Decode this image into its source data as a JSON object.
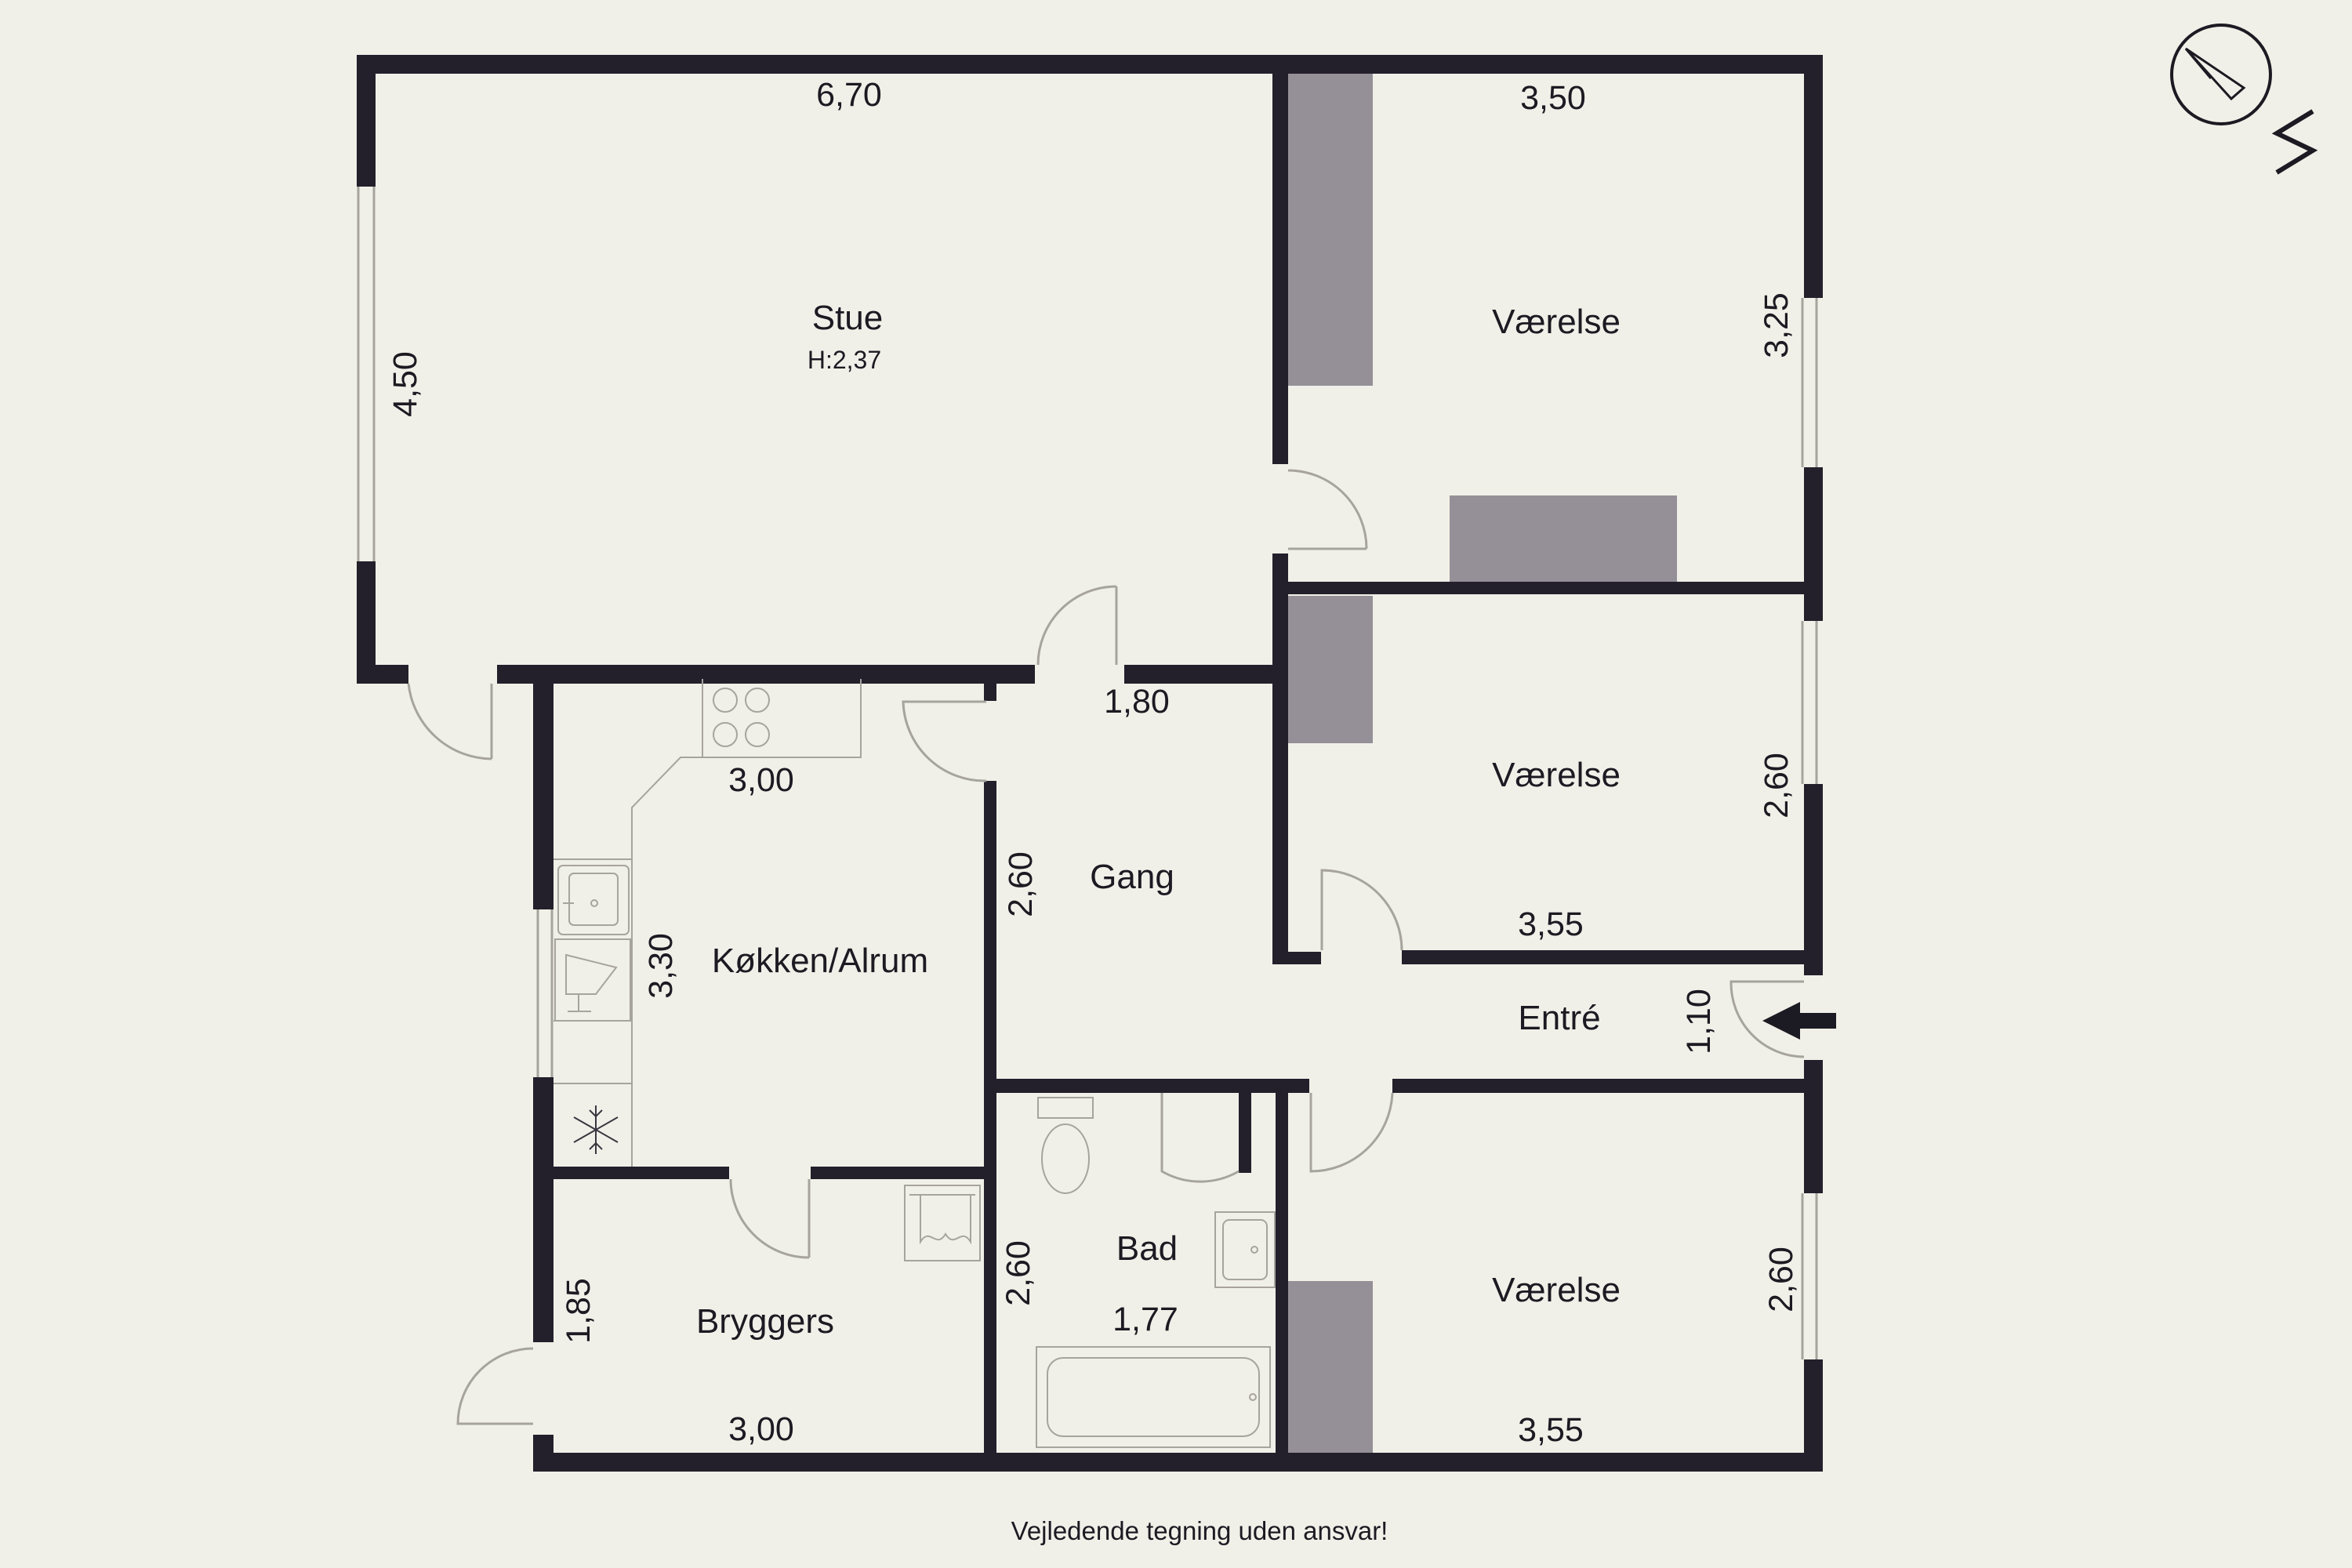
{
  "colors": {
    "background": "#f1f0e8",
    "wall": "#231f2b",
    "closet": "#958f97",
    "fixture_line": "#a7a39d",
    "text": "#1c1a22"
  },
  "rooms": {
    "stue": {
      "name": "Stue",
      "height": "H:2,37"
    },
    "vaerelse_1": {
      "name": "Værelse"
    },
    "vaerelse_2": {
      "name": "Værelse"
    },
    "vaerelse_3": {
      "name": "Værelse"
    },
    "kokken": {
      "name": "Køkken/Alrum"
    },
    "gang": {
      "name": "Gang"
    },
    "entre": {
      "name": "Entré"
    },
    "bad": {
      "name": "Bad"
    },
    "bryggers": {
      "name": "Bryggers"
    }
  },
  "dimensions": {
    "stue_width": "6,70",
    "stue_depth": "4,50",
    "vaerelse_1_width": "3,50",
    "vaerelse_1_depth": "3,25",
    "vaerelse_2_width": "3,55",
    "vaerelse_2_depth": "2,60",
    "vaerelse_3_width": "3,55",
    "vaerelse_3_depth": "2,60",
    "gang_width": "1,80",
    "gang_depth": "2,60",
    "kokken_width": "3,00",
    "kokken_depth": "3,30",
    "entre_depth": "1,10",
    "bad_width": "1,77",
    "bad_depth": "2,60",
    "bryggers_width": "3,00",
    "bryggers_depth": "1,85"
  },
  "compass": {
    "label": "N",
    "icon": "compass-icon"
  },
  "entrance_icon": "entrance-arrow-icon",
  "footer": "Vejledende tegning uden ansvar!"
}
